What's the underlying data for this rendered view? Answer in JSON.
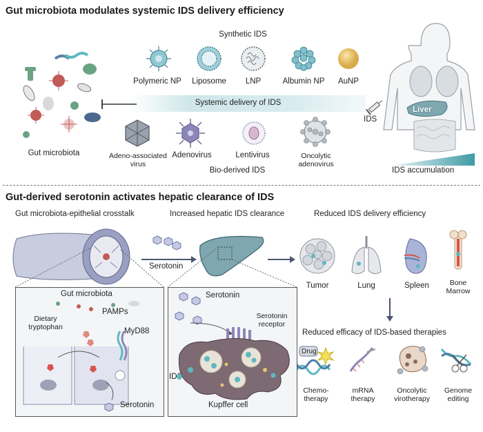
{
  "top": {
    "title": "Gut microbiota modulates systemic IDS delivery efficiency",
    "synthetic_header": "Synthetic IDS",
    "synthetic_items": [
      "Polymeric NP",
      "Liposome",
      "LNP",
      "Albumin NP",
      "AuNP"
    ],
    "delivery_label": "Systemic delivery of IDS",
    "bio_items": [
      "Adeno-associated virus",
      "Adenovirus",
      "Lentivirus",
      "Oncolytic adenovirus"
    ],
    "bio_header": "Bio-derived IDS",
    "gut_label": "Gut microbiota",
    "ids_label": "IDS",
    "liver_label": "Liver",
    "accumulation_label": "IDS accumulation"
  },
  "bottom": {
    "title": "Gut-derived serotonin activates hepatic clearance of IDS",
    "col1_header": "Gut microbiota-epithelial crosstalk",
    "col2_header": "Increased hepatic IDS clearance",
    "col3_header": "Reduced IDS delivery efficiency",
    "serotonin_arrow_label": "Serotonin",
    "organs": [
      "Tumor",
      "Lung",
      "Spleen",
      "Bone Marrow"
    ],
    "panel1": {
      "gut_microbiota": "Gut microbiota",
      "dietary": "Dietary tryptophan",
      "pamps": "PAMPs",
      "myd88": "MyD88",
      "serotonin": "Serotonin"
    },
    "panel2": {
      "serotonin": "Serotonin",
      "receptor": "Serotonin receptor",
      "ids": "IDS",
      "kupffer": "Kupffer cell"
    },
    "efficacy_header": "Reduced efficacy of IDS-based therapies",
    "drug_label": "Drug",
    "therapies": [
      "Chemo-therapy",
      "mRNA therapy",
      "Oncolytic virotherapy",
      "Genome editing"
    ]
  },
  "colors": {
    "teal": "#5fb8c0",
    "liver": "#7fa7b0",
    "purple": "#8e86b8",
    "red": "#d9534f"
  }
}
